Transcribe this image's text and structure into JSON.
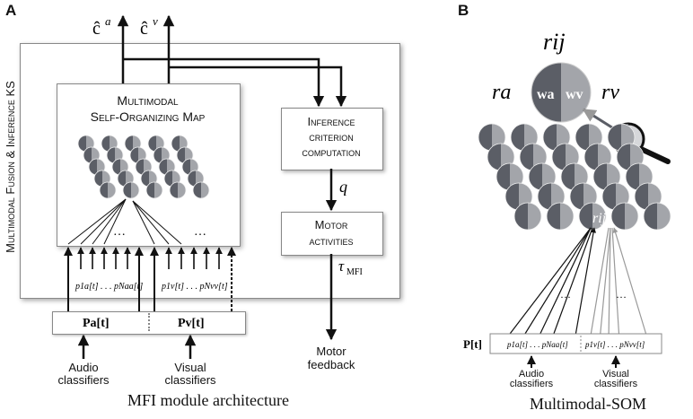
{
  "panel_a": {
    "letter": "A",
    "ks_label": "Multimodal Fusion & Inference KS",
    "som_title_line1": "Multimodal",
    "som_title_line2": "Self-Organizing Map",
    "inference_line1": "Inference",
    "inference_line2": "criterion",
    "inference_line3": "computation",
    "motor_line1": "Motor",
    "motor_line2": "activities",
    "q_label": "q",
    "tau_label": "τ",
    "tau_sub": "MFI",
    "ca_label": "ĉ",
    "ca_sup": "a",
    "cv_label": "ĉ",
    "cv_sup": "v",
    "dots": "…",
    "pa_vec": "Pa[t]",
    "pv_vec": "Pv[t]",
    "audio_prob": "p1a[t] . . . pNaa[t]",
    "visual_prob": "p1v[t] . . . pNvv[t]",
    "audio_line1": "Audio",
    "audio_line2": "classifiers",
    "visual_line1": "Visual",
    "visual_line2": "classifiers",
    "motor_fb_line1": "Motor",
    "motor_fb_line2": "feedback",
    "caption": "MFI module architecture"
  },
  "panel_b": {
    "letter": "B",
    "r_ij": "rij",
    "r_a": "ra",
    "r_v": "rv",
    "w_a": "wa",
    "w_v": "wv",
    "node_label": "rij",
    "p_vec": "P[t]",
    "audio_line1": "Audio",
    "audio_line2": "classifiers",
    "visual_line1": "Visual",
    "visual_line2": "classifiers",
    "dots": "…",
    "caption": "Multimodal-SOM"
  },
  "colors": {
    "dark_half": "#5b5e66",
    "light_half": "#a3a5aa"
  }
}
